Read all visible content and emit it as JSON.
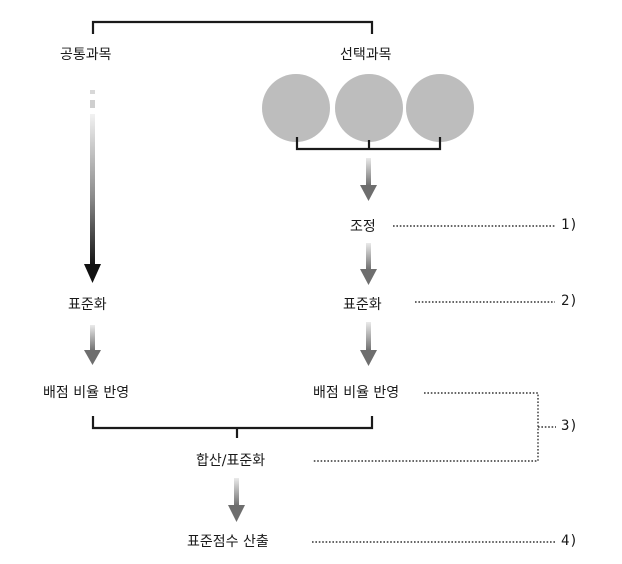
{
  "columns": {
    "common": {
      "title": "공통과목",
      "step_standardize": "표준화",
      "step_weight": "배점 비율 반영"
    },
    "elective": {
      "title": "선택과목",
      "option_count": 3,
      "step_adjust": "조정",
      "step_standardize": "표준화",
      "step_weight": "배점 비율 반영"
    }
  },
  "merge": {
    "step_sum": "합산/표준화",
    "step_final": "표준점수 산출"
  },
  "notes": {
    "n1": "1)",
    "n2": "2)",
    "n3": "3)",
    "n4": "4)"
  },
  "colors": {
    "line": "#1a1a1a",
    "circle_fill": "#bdbdbd",
    "arrow_dark": "#111111",
    "arrow_light": "#e6e6e6",
    "leader_dots": "#333333"
  }
}
